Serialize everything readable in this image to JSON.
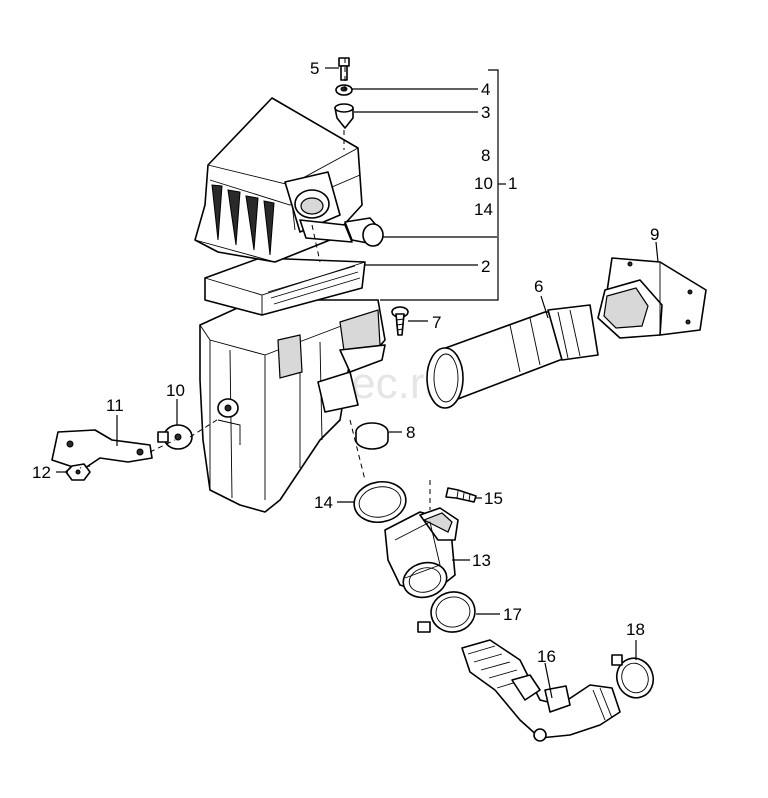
{
  "watermark": "vagtec.ru",
  "callouts": {
    "c1": "1",
    "c2": "2",
    "c3": "3",
    "c4": "4",
    "c5": "5",
    "c6": "6",
    "c7": "7",
    "c8": "8",
    "c8_group": "8",
    "c9": "9",
    "c10": "10",
    "c10_group": "10",
    "c11": "11",
    "c12": "12",
    "c13": "13",
    "c14": "14",
    "c14_group": "14",
    "c15": "15",
    "c16": "16",
    "c17": "17",
    "c18": "18"
  }
}
